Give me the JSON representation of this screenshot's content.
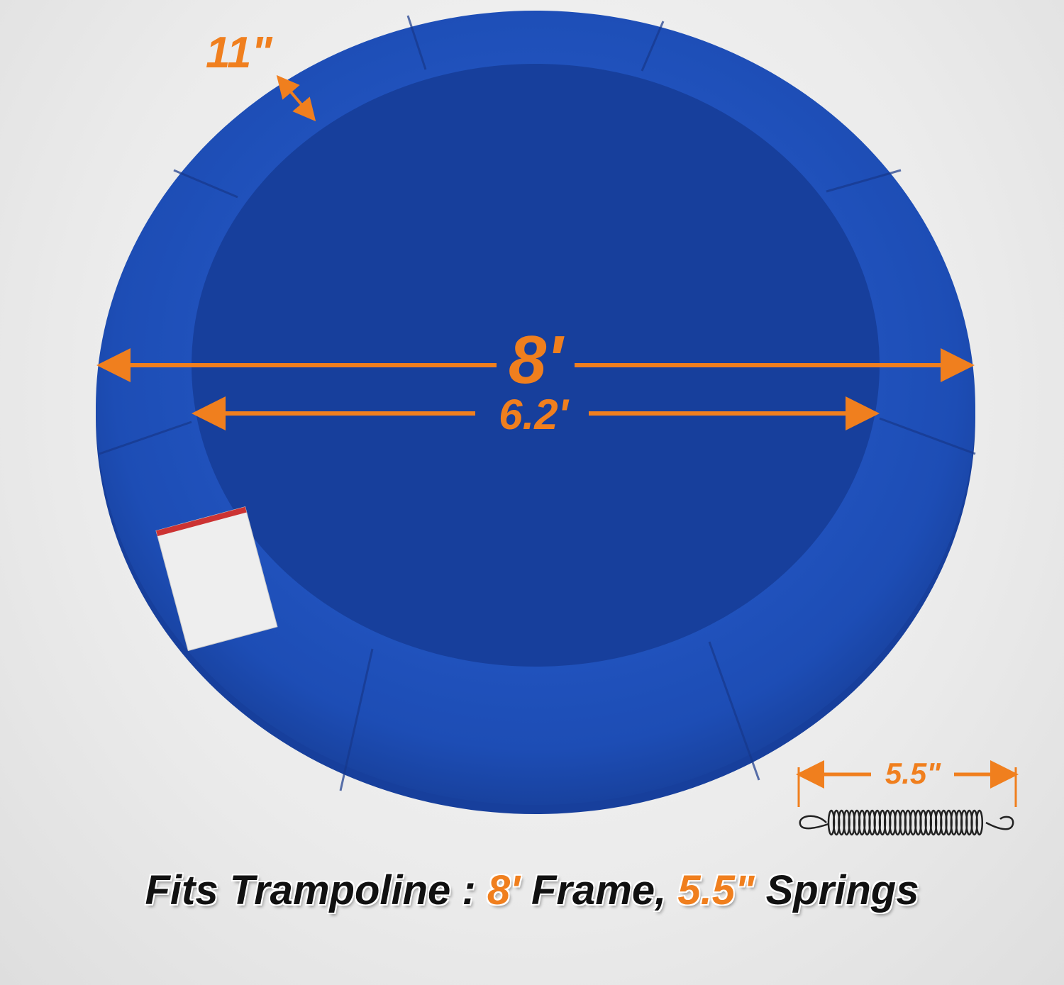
{
  "colors": {
    "pad": "#1f4fb8",
    "accent": "#f07f1e",
    "text": "#111111"
  },
  "labels": {
    "pad_width": "11\"",
    "outer_diameter": "8'",
    "inner_diameter": "6.2'",
    "spring_length": "5.5\""
  },
  "caption": {
    "prefix": "Fits Trampoline : ",
    "frame_value": "8'",
    "frame_text": " Frame, ",
    "spring_value": "5.5\"",
    "spring_text": " Springs"
  }
}
